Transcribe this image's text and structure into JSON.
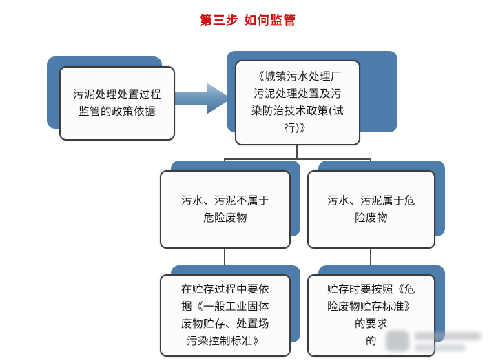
{
  "title": "第三步 如何监管",
  "colors": {
    "accent_blue": "#4f7dab",
    "title_red": "#ce0b0b",
    "box_border": "#3c3c3c",
    "connector": "#4a4a4a"
  },
  "nodes": {
    "policy_basis": {
      "lines": [
        "污泥处理处置过程",
        "监管的政策依据"
      ]
    },
    "policy_doc": {
      "lines": [
        "《城镇污水处理厂",
        "污泥处理处置及污",
        "染防治技术政策(试",
        "行)》"
      ]
    },
    "not_hazardous": {
      "lines": [
        "污水、污泥不属于",
        "危险废物"
      ]
    },
    "hazardous": {
      "lines": [
        "污水、污泥属于危",
        "险废物"
      ]
    },
    "general_standard": {
      "lines": [
        "在贮存过程中要依",
        "据《一般工业固体",
        "废物贮存、处置场",
        "污染控制标准》"
      ]
    },
    "hazardous_standard": {
      "lines": [
        "贮存时要按照《危",
        "险废物贮存标准》",
        "的要求",
        "的"
      ]
    }
  }
}
